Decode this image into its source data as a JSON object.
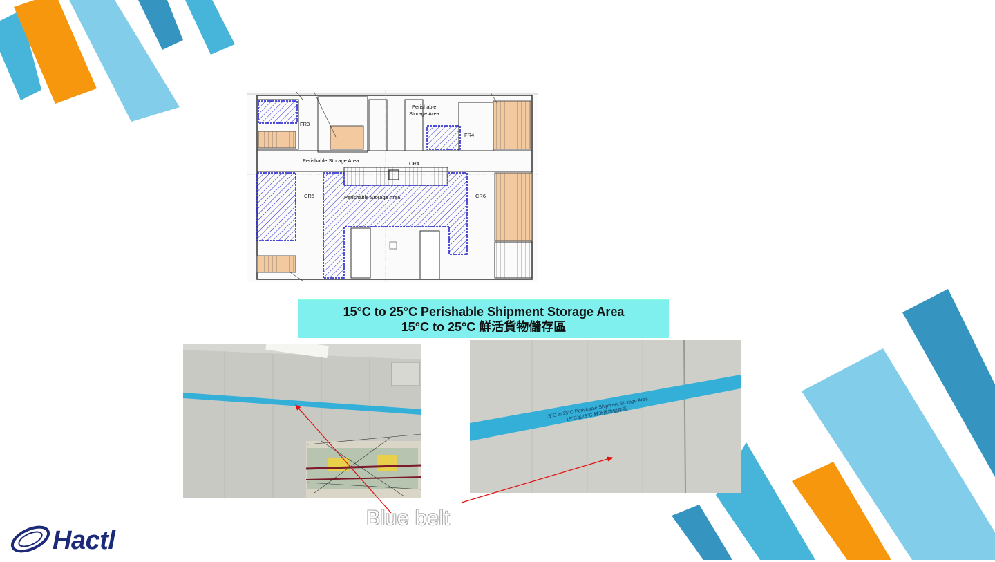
{
  "banner": {
    "line1": "15°C to 25°C Perishable Shipment Storage Area",
    "line2": "15°C to 25°C 鮮活貨物儲存區"
  },
  "floor_plan": {
    "labels": {
      "fr3": "FR3",
      "fr4": "FR4",
      "cr4": "CR4",
      "cr5": "CR5",
      "cr6": "CR6",
      "perishable_top_1": "Perishable",
      "perishable_top_2": "Storage Area",
      "perishable_mid": "Perishable Storage Area",
      "perishable_center": "Perishable Storage Area"
    }
  },
  "photos": {
    "right_belt_line1": "15°C to 25°C Perishable Shipment Storage Area",
    "right_belt_line2": "15°C至25°C 鮮活貨物儲存區"
  },
  "caption": "Blue belt",
  "logo": {
    "text": "Hactl"
  },
  "colors": {
    "stripe_light": "#82cde9",
    "stripe_mid": "#47b4da",
    "stripe_dark": "#3595c0",
    "stripe_orange": "#f7970e",
    "banner_bg": "#7ff0ee",
    "belt": "#34b0d8",
    "arrow": "#e01010",
    "logo": "#1c2a78"
  }
}
